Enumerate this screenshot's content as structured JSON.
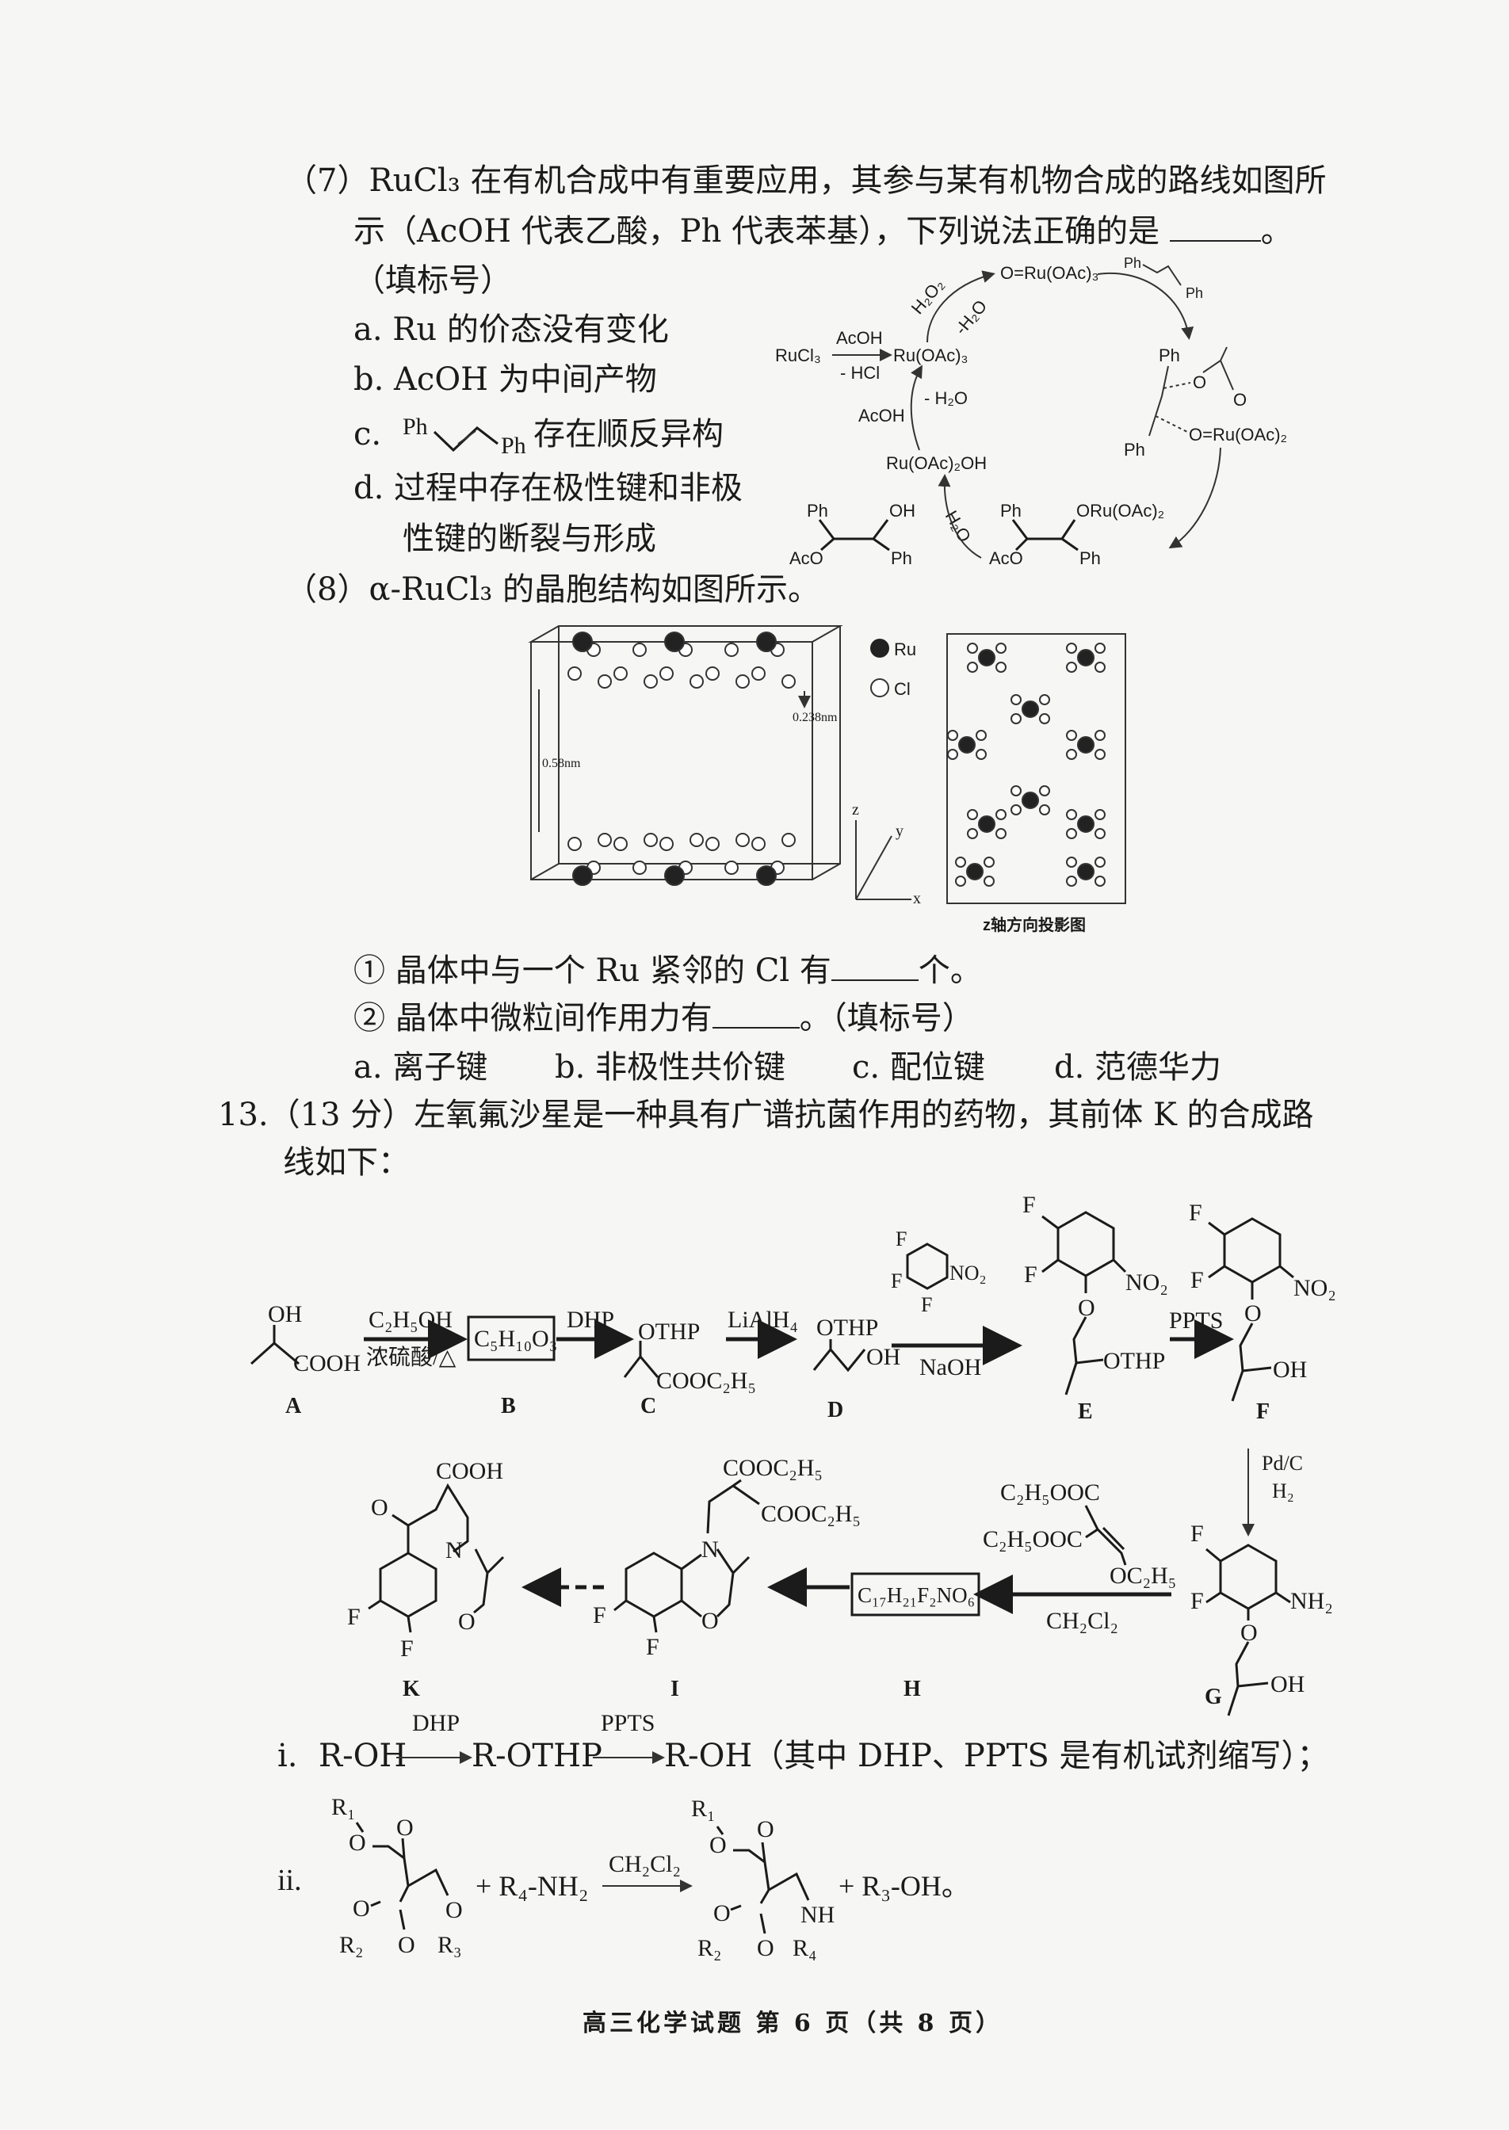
{
  "q7": {
    "line1": "（7）RuCl₃ 在有机合成中有重要应用，其参与某有机物合成的路线如图所",
    "line2": "示（AcOH 代表乙酸，Ph 代表苯基），下列说法正确的是",
    "line2_end": "。",
    "line3": "（填标号）",
    "options": {
      "a": "a. Ru 的价态没有变化",
      "b": "b. AcOH 为中间产物",
      "c_prefix": "c.",
      "c_ph1": "Ph",
      "c_ph2": "Ph",
      "c_suffix": "存在顺反异构",
      "d1": "d. 过程中存在极性键和非极",
      "d2": "性键的断裂与形成"
    },
    "cycle": {
      "rucl3": "RuCl₃",
      "acoh_top": "AcOH",
      "hcl": "- HCl",
      "ru_oac3": "Ru(OAc)₃",
      "oxo": "O=Ru(OAc)₃",
      "h2o2": "H₂O₂",
      "minus_h2o_top": "-H₂O",
      "stilbene_ph1": "Ph",
      "stilbene_ph2": "Ph",
      "int_ph1": "Ph",
      "int_ph2": "Ph",
      "int_o1": "O",
      "int_o2": "O",
      "int_oru": "O=Ru(OAc)₂",
      "acoh_left": "AcOH",
      "minus_h2o_left": "- H₂O",
      "ru_oh": "Ru(OAc)₂OH",
      "h2o": "H₂O",
      "p1_ph1": "Ph",
      "p1_oh": "OH",
      "p1_aco": "AcO",
      "p1_ph2": "Ph",
      "p2_ph1": "Ph",
      "p2_oru": "ORu(OAc)₂",
      "p2_aco": "AcO",
      "p2_ph2": "Ph"
    }
  },
  "q8": {
    "intro": "（8）α-RuCl₃ 的晶胞结构如图所示。",
    "figure": {
      "dist1": "0.238nm",
      "dist2": "0.58nm",
      "legend_ru": "Ru",
      "legend_cl": "Cl",
      "axis_x": "x",
      "axis_y": "y",
      "axis_z": "z",
      "projection_caption": "z轴方向投影图"
    },
    "sub1_a": "① 晶体中与一个 Ru 紧邻的 Cl 有",
    "sub1_b": "个。",
    "sub2_a": "② 晶体中微粒间作用力有",
    "sub2_b": "。（填标号）",
    "choices": [
      "a. 离子键",
      "b. 非极性共价键",
      "c. 配位键",
      "d. 范德华力"
    ]
  },
  "q13": {
    "line1": "13.（13 分）左氧氟沙星是一种具有广谱抗菌作用的药物，其前体 K 的合成路",
    "line2": "线如下：",
    "scheme": {
      "A_oh": "OH",
      "A_cooh": "COOH",
      "A": "A",
      "r1_top": "C₂H₅OH",
      "r1_bottom": "浓硫酸/△",
      "B_formula": "C₅H₁₀O₃",
      "B": "B",
      "r2": "DHP",
      "C_othp": "OTHP",
      "C_ester": "COOC₂H₅",
      "C": "C",
      "r3": "LiAlH₄",
      "D_othp": "OTHP",
      "D_oh": "OH",
      "D": "D",
      "reag_f1": "F",
      "reag_f2": "F",
      "reag_f3": "F",
      "reag_no2": "NO₂",
      "r4": "NaOH",
      "E_f1": "F",
      "E_f2": "F",
      "E_no2": "NO₂",
      "E_o": "O",
      "E_othp": "OTHP",
      "E": "E",
      "r5": "PPTS",
      "F_f1": "F",
      "F_f2": "F",
      "F_no2": "NO₂",
      "F_o": "O",
      "F_oh": "OH",
      "F": "F",
      "r6_1": "Pd/C",
      "r6_2": "H₂",
      "G_f1": "F",
      "G_f2": "F",
      "G_nh2": "NH₂",
      "G_o": "O",
      "G_oh": "OH",
      "G": "G",
      "emme_1": "C₂H₅OOC",
      "emme_2": "C₂H₅OOC",
      "emme_3": "OC₂H₅",
      "r7": "CH₂Cl₂",
      "H_formula": "C₁₇H₂₁F₂NO₆",
      "H": "H",
      "I_ester1": "COOC₂H₅",
      "I_ester2": "COOC₂H₅",
      "I_n": "N",
      "I_o": "O",
      "I_f1": "F",
      "I_f2": "F",
      "I": "I",
      "K_cooh": "COOH",
      "K_o_keto": "O",
      "K_n": "N",
      "K_o": "O",
      "K_f1": "F",
      "K_f2": "F",
      "K": "K"
    },
    "info_i": {
      "prefix": "i.",
      "s1": "R-OH",
      "a1": "DHP",
      "s2": "R-OTHP",
      "a2": "PPTS",
      "s3": "R-OH（其中 DHP、PPTS 是有机试剂缩写）；"
    },
    "info_ii": {
      "prefix": "ii.",
      "l_r1": "R₁",
      "l_o1": "O",
      "l_o2": "O",
      "l_o3": "O",
      "l_r2": "R₂",
      "l_o4": "O",
      "l_o5": "O",
      "l_r3": "R₃",
      "plus1": "+ R₄-NH₂",
      "reagent": "CH₂Cl₂",
      "r_r1": "R₁",
      "r_o1": "O",
      "r_o2": "O",
      "r_o3": "O",
      "r_r2": "R₂",
      "r_o4": "O",
      "r_nh": "NH",
      "r_r4": "R₄",
      "plus2": "+ R₃-OH。"
    }
  },
  "footer": "高三化学试题  第 6 页（共 8 页）"
}
